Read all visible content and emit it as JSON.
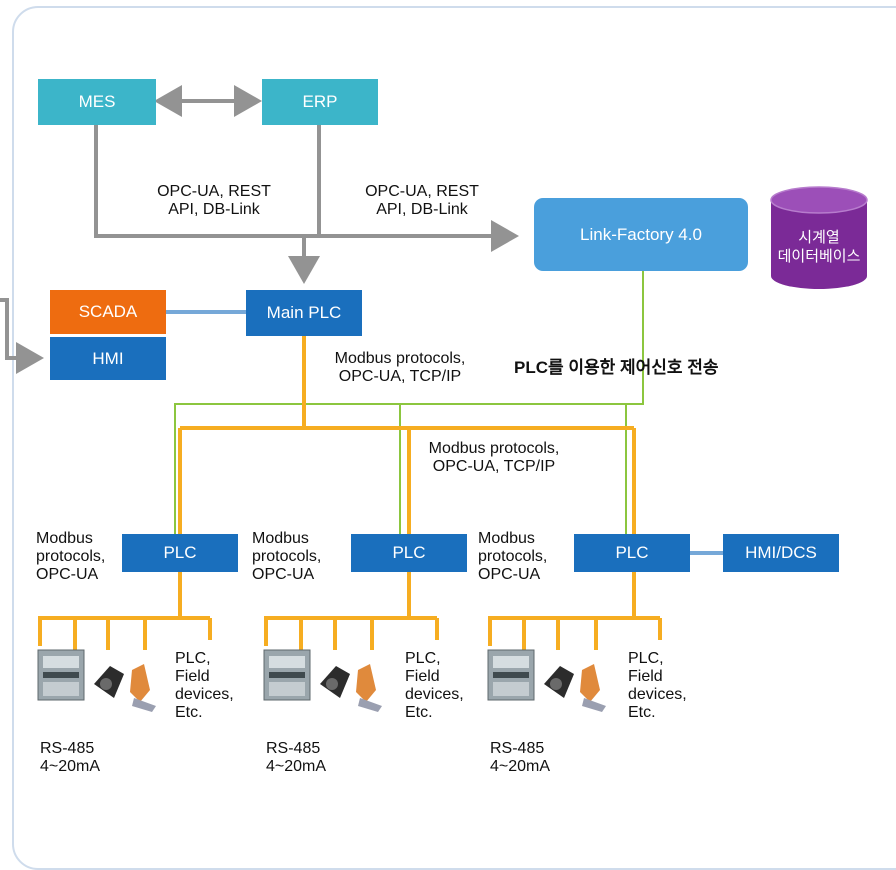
{
  "colors": {
    "cyan": "#3cb5c9",
    "blue": "#1a6fbd",
    "orange": "#ee6c10",
    "link_factory": "#4a9fdc",
    "database": "#7b2a97",
    "gray_arrow": "#939393",
    "orange_bus": "#f6ad21",
    "green_line": "#8cc63f",
    "light_blue_line": "#76a8d8"
  },
  "boxes": {
    "mes": "MES",
    "erp": "ERP",
    "link_factory": "Link-Factory 4.0",
    "database": "시계열\n데이터베이스",
    "scada": "SCADA",
    "hmi": "HMI",
    "main_plc": "Main PLC",
    "plc_left": "PLC",
    "plc_middle": "PLC",
    "plc_right": "PLC",
    "hmi_dcs": "HMI/DCS"
  },
  "labels": {
    "api_left": "OPC-UA, REST\nAPI, DB-Link",
    "api_right": "OPC-UA, REST\nAPI, DB-Link",
    "main_plc_protocols": "Modbus protocols,\nOPC-UA, TCP/IP",
    "control_signal": "PLC를 이용한 제어신호 전송",
    "bus_protocols": "Modbus protocols,\nOPC-UA, TCP/IP",
    "plc_left_protocols": "Modbus\nprotocols,\nOPC-UA",
    "plc_middle_protocols": "Modbus\nprotocols,\nOPC-UA",
    "plc_right_protocols": "Modbus\nprotocols,\nOPC-UA",
    "field_left": "PLC,\nField\ndevices,\nEtc.",
    "field_middle": "PLC,\nField\ndevices,\nEtc.",
    "field_right": "PLC,\nField\ndevices,\nEtc.",
    "rs_left": "RS-485\n4~20mA",
    "rs_middle": "RS-485\n4~20mA",
    "rs_right": "RS-485\n4~20mA"
  },
  "icons": {
    "device_group": "field-device-cluster-icon",
    "database": "cylinder-database-icon"
  }
}
